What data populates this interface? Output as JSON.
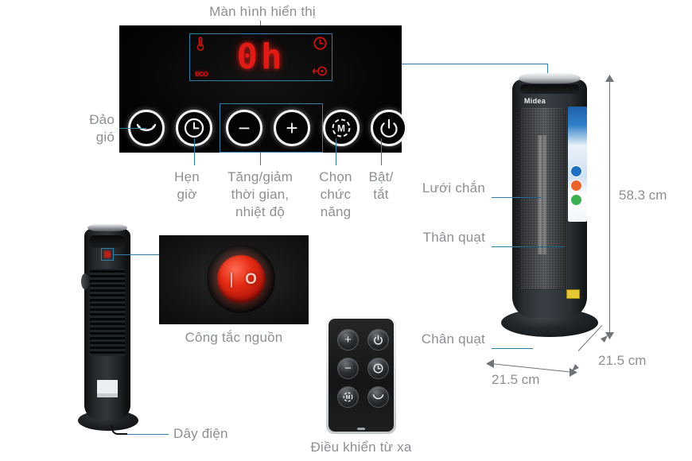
{
  "title": "Màn hình hiển thị",
  "display": {
    "value": "0h",
    "icon_temp": "thermometer-icon",
    "icon_clock": "clock-icon",
    "icon_eco": "eco",
    "icon_fan": "fan-icon"
  },
  "buttons": [
    {
      "name": "swing-button",
      "icon": "swing-icon"
    },
    {
      "name": "timer-button",
      "icon": "clock-icon"
    },
    {
      "name": "minus-button",
      "icon": "minus-icon",
      "glyph": "−"
    },
    {
      "name": "plus-button",
      "icon": "plus-icon",
      "glyph": "+"
    },
    {
      "name": "mode-button",
      "icon": "mode-m-icon",
      "glyph": "M"
    },
    {
      "name": "power-button",
      "icon": "power-icon"
    }
  ],
  "panel_labels": {
    "swing": "Đảo\ngió",
    "timer": "Hẹn\ngiờ",
    "plusminus": "Tăng/giảm\nthời gian,\nnhiệt độ",
    "mode": "Chọn\nchức\nnăng",
    "power": "Bật/\ntắt"
  },
  "product_labels": {
    "grill": "Lưới chắn",
    "body": "Thân quạt",
    "base": "Chân quạt"
  },
  "dimensions": {
    "height": "58.3 cm",
    "width": "21.5 cm",
    "depth": "21.5 cm"
  },
  "captions": {
    "power_switch": "Công tắc nguồn",
    "power_cord": "Dây điện",
    "remote": "Điều khiển từ xa"
  },
  "brand": "Midea",
  "switch": {
    "on_mark": "❘",
    "off_mark": "О"
  },
  "remote_buttons": [
    {
      "name": "remote-plus-button",
      "icon": "plus-icon",
      "glyph": "+"
    },
    {
      "name": "remote-power-button",
      "icon": "power-icon",
      "glyph": ""
    },
    {
      "name": "remote-minus-button",
      "icon": "minus-icon",
      "glyph": "−"
    },
    {
      "name": "remote-timer-button",
      "icon": "clock-icon",
      "glyph": ""
    },
    {
      "name": "remote-mode-button",
      "icon": "mode-m-icon",
      "glyph": ""
    },
    {
      "name": "remote-swing-button",
      "icon": "swing-icon",
      "glyph": ""
    }
  ],
  "colors": {
    "accent": "#2e7fa8",
    "led": "#e01b16",
    "text": "#8b9095",
    "panel": "#040404"
  }
}
